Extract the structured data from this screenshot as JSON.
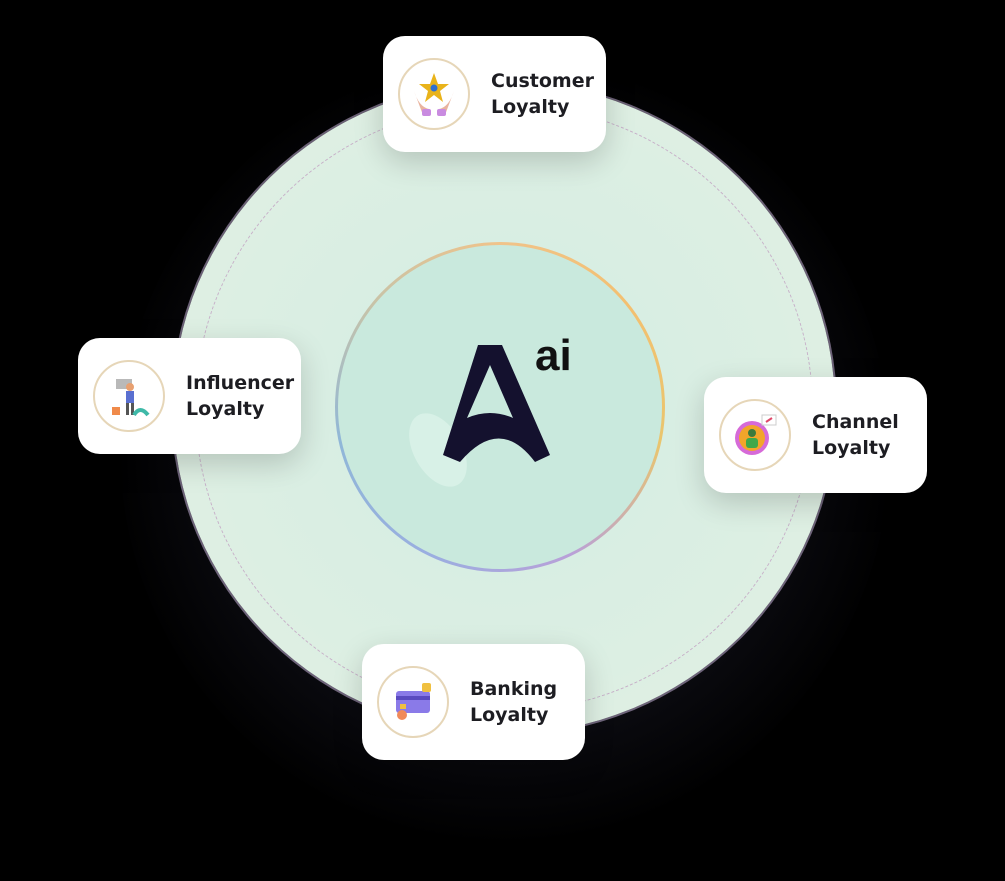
{
  "logo": {
    "mark": "A",
    "suffix": "ai"
  },
  "cards": [
    {
      "line1": "Customer",
      "line2": "Loyalty",
      "icon": "hands-star-icon"
    },
    {
      "line1": "Influencer",
      "line2": "Loyalty",
      "icon": "influencer-icon"
    },
    {
      "line1": "Channel",
      "line2": "Loyalty",
      "icon": "megaphone-badge-icon"
    },
    {
      "line1": "Banking",
      "line2": "Loyalty",
      "icon": "credit-card-icon"
    }
  ],
  "colors": {
    "background": "#000000",
    "outer_circle": "#dcefe3",
    "inner_circle": "#c9e9dd",
    "logo": "#14112e"
  }
}
